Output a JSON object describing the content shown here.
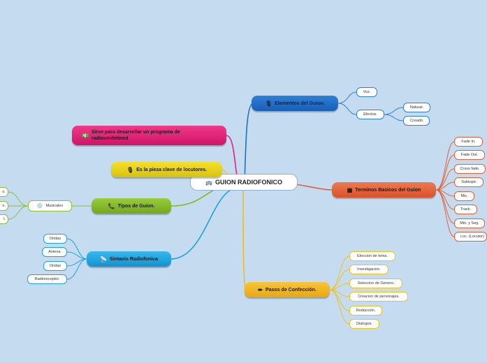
{
  "central": {
    "label": "GUION RADIOFONICO",
    "icon": "bus-icon"
  },
  "branches": {
    "elementos": {
      "label": "Elementos del Guion.",
      "icon": "microphone-icon",
      "color": "#1f6fc8"
    },
    "terminos": {
      "label": "Terminos Basicos del Guion",
      "icon": "grid-icon",
      "color": "#e0603a"
    },
    "pasos": {
      "label": "Pasos de Confección.",
      "icon": "pencil-icon",
      "color": "#f0b828"
    },
    "sintaxis": {
      "label": "Sintaxis Radiofonica",
      "icon": "satellite-icon",
      "color": "#1fa0e0"
    },
    "tipos": {
      "label": "Tipos de Guion.",
      "icon": "phone-icon",
      "color": "#80b82a"
    },
    "pieza": {
      "label": "Es la pieza clave de locutores.",
      "icon": "microphone-icon",
      "color": "#e6d018"
    },
    "sirve": {
      "label_line1": "Sirve para desarrollar un programa de",
      "label_line2": "radiounidetined",
      "icon": "money-icon",
      "color": "#e8207a"
    }
  },
  "leaves": {
    "voz": "Voz.",
    "efectos": "Efectos.",
    "natural": "Natural.",
    "creado": "Creado",
    "fade_in": "Fade In.",
    "fade_out": "Fade Out.",
    "cross_fade": "Cross fade.",
    "subtopic": "Subtopic",
    "mix": "Mix.",
    "track": "Track.",
    "min_seg": "Min. y Seg.",
    "loc": "Loc. (Locutor)",
    "p1": "Eleccion de tema.",
    "p2": "Investigacion.",
    "p3": "Seleccion de Genero.",
    "p4": "Creacion de personajes.",
    "p5": "Redacción.",
    "p6": "Dialogos.",
    "s1": "Ondas",
    "s2": "Antena",
    "s3": "Ondas",
    "s4": "Radioreceptor.",
    "musicales": "Musicales",
    "t1": "o.",
    "t2": "o.",
    "t3": "t."
  }
}
